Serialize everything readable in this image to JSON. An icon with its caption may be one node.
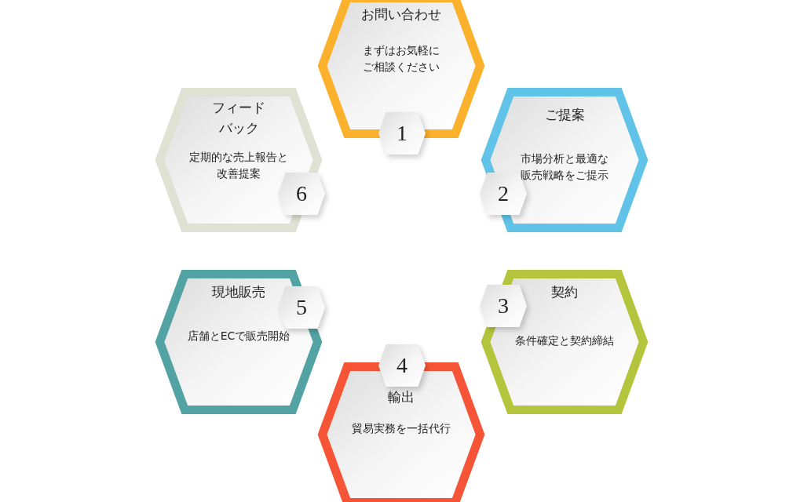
{
  "diagram": {
    "nodes": [
      {
        "text": [
          "お問い合わせ",
          "まずはお気軽にご相談ください"
        ]
      },
      {
        "text": [
          "1"
        ]
      },
      {
        "text": [
          "ご提案",
          "市場分析と最適な販売戦略をご提示"
        ]
      },
      {
        "text": [
          "2"
        ]
      },
      {
        "text": [
          "契約",
          "条件確定と契約締結"
        ]
      },
      {
        "text": [
          "3"
        ]
      },
      {
        "text": [
          "輸出",
          "貿易実務を一括代行"
        ]
      },
      {
        "text": [
          "4"
        ]
      },
      {
        "text": [
          "現地販売",
          "店舗とECで販売開始"
        ]
      },
      {
        "text": [
          "5"
        ]
      },
      {
        "text": [
          "フィードバック",
          "定期的な売上報告と改善提案"
        ]
      },
      {
        "text": [
          "6"
        ]
      }
    ]
  }
}
